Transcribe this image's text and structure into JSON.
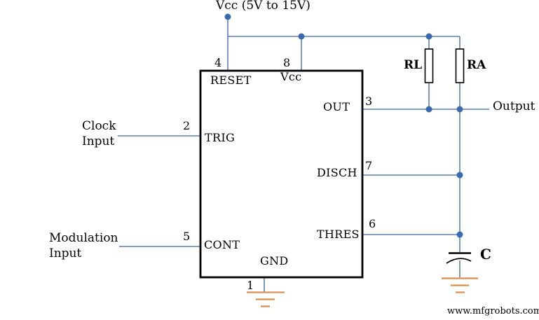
{
  "colors": {
    "wire": "#5b7fb4",
    "dot": "#3a6bb0",
    "ground": "#d98e4f",
    "ink": "#000000"
  },
  "supply_label": "Vcc (5V to 15V)",
  "ic": {
    "pin4": {
      "num": "4",
      "label": "RESET"
    },
    "pin8": {
      "num": "8",
      "label": "Vcc"
    },
    "pin3": {
      "num": "3",
      "label": "OUT"
    },
    "pin2": {
      "num": "2",
      "label": "TRIG"
    },
    "pin7": {
      "num": "7",
      "label": "DISCH"
    },
    "pin6": {
      "num": "6",
      "label": "THRES"
    },
    "pin5": {
      "num": "5",
      "label": "CONT"
    },
    "pin1": {
      "num": "1",
      "label": "GND"
    }
  },
  "external": {
    "clock_input": "Clock\nInput",
    "modulation_input": "Modulation\nInput",
    "output": "Output",
    "rl": "RL",
    "ra": "RA",
    "capacitor": "C"
  },
  "watermark": "www.mfgrobots.com"
}
